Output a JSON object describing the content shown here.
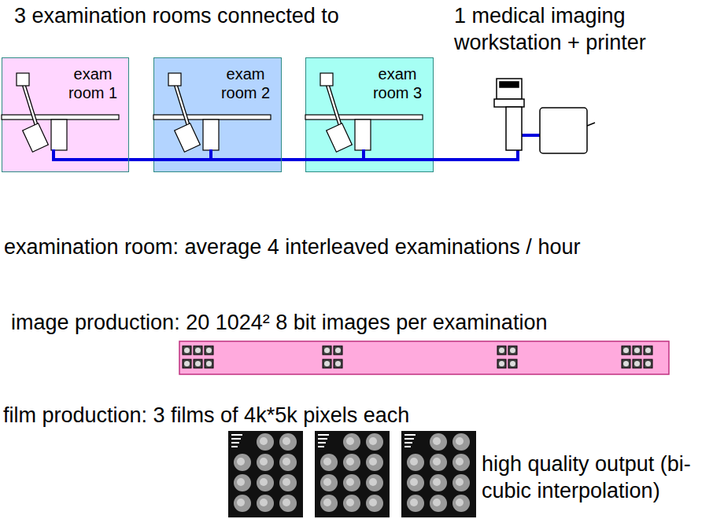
{
  "diagram": {
    "nodes": [
      {
        "text": [
          "exam room 1"
        ]
      },
      {
        "text": [
          "exam room 2"
        ]
      },
      {
        "text": [
          "exam room 3"
        ]
      }
    ],
    "edges": [
      {
        "from": 0,
        "to": 1,
        "arrow": "none"
      },
      {
        "from": 1,
        "to": 2,
        "arrow": "none"
      }
    ],
    "labels": [
      "3 examination rooms connected to",
      "1 medical imaging workstation + printer",
      "examination room: average 4 interleaved examinations / hour",
      "image production: 20 1024² 8 bit images per examination",
      "film production: 3 films of 4k*5k pixels each",
      "high quality output (bi-cubic interpolation)"
    ]
  }
}
